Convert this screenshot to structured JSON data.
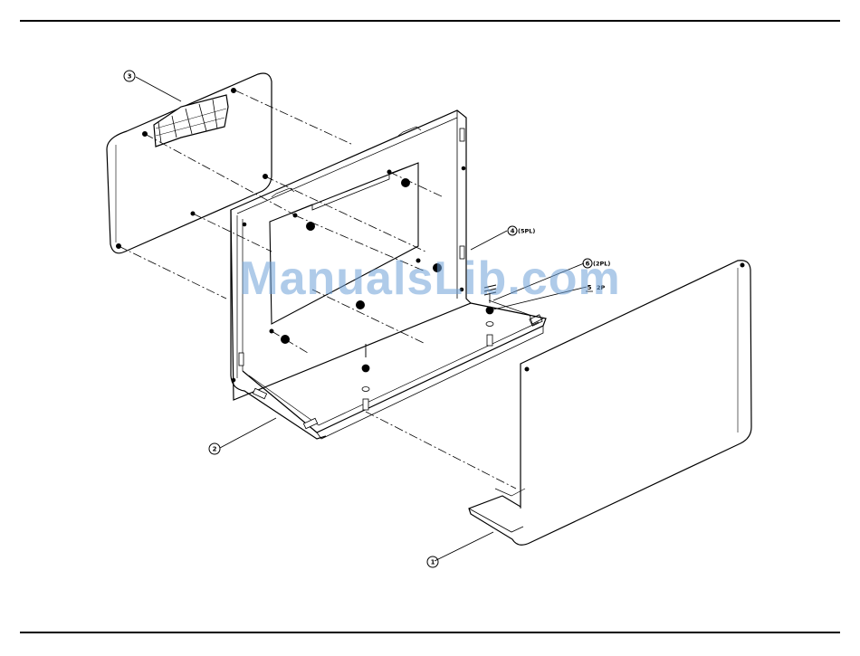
{
  "watermark": "ManualsLib.com",
  "callouts": {
    "c1": "1",
    "c2": "2",
    "c3": "3",
    "c4": "4",
    "c5": "5",
    "c6": "6"
  },
  "callout_notes": {
    "n4": "(5PL)",
    "n6": "(2PL)",
    "n5": "2P"
  }
}
